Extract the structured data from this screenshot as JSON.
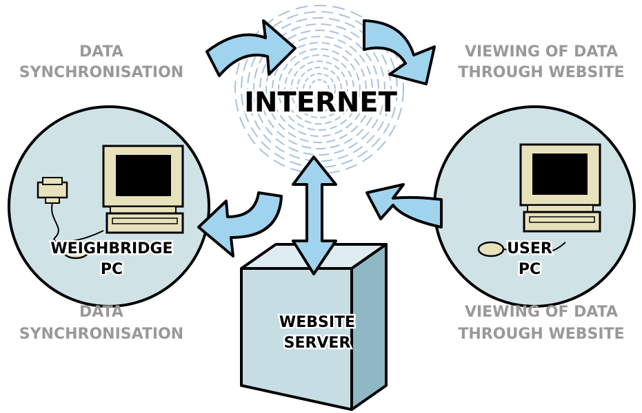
{
  "labels": {
    "internet": "INTERNET",
    "sync_top": [
      "DATA",
      "SYNCHRONISATION"
    ],
    "sync_bottom": [
      "DATA",
      "SYNCHRONISATION"
    ],
    "view_top": [
      "VIEWING OF DATA",
      "THROUGH WEBSITE"
    ],
    "view_bottom": [
      "VIEWING OF DATA",
      "THROUGH WEBSITE"
    ],
    "weighbridge_pc": [
      "WEIGHBRIDGE",
      "PC"
    ],
    "user_pc": [
      "USER",
      "PC"
    ],
    "website_server": [
      "WEBSITE",
      "SERVER"
    ]
  },
  "colors": {
    "arrow_fill": "#9fd3ee",
    "circle_fill": "#cfe3e7",
    "server_front": "#c5dde3",
    "server_side": "#8fb8c4",
    "server_top": "#deedf1",
    "internet_rings": "#a7c2dd",
    "caption": "#999999",
    "monitor_body": "#e8e2bc",
    "screen": "#000000"
  },
  "icons": [
    "internet-globe-icon",
    "arrow-icon",
    "monitor-icon",
    "keyboard-icon",
    "mouse-icon",
    "scale-device-icon",
    "server-box-icon"
  ]
}
